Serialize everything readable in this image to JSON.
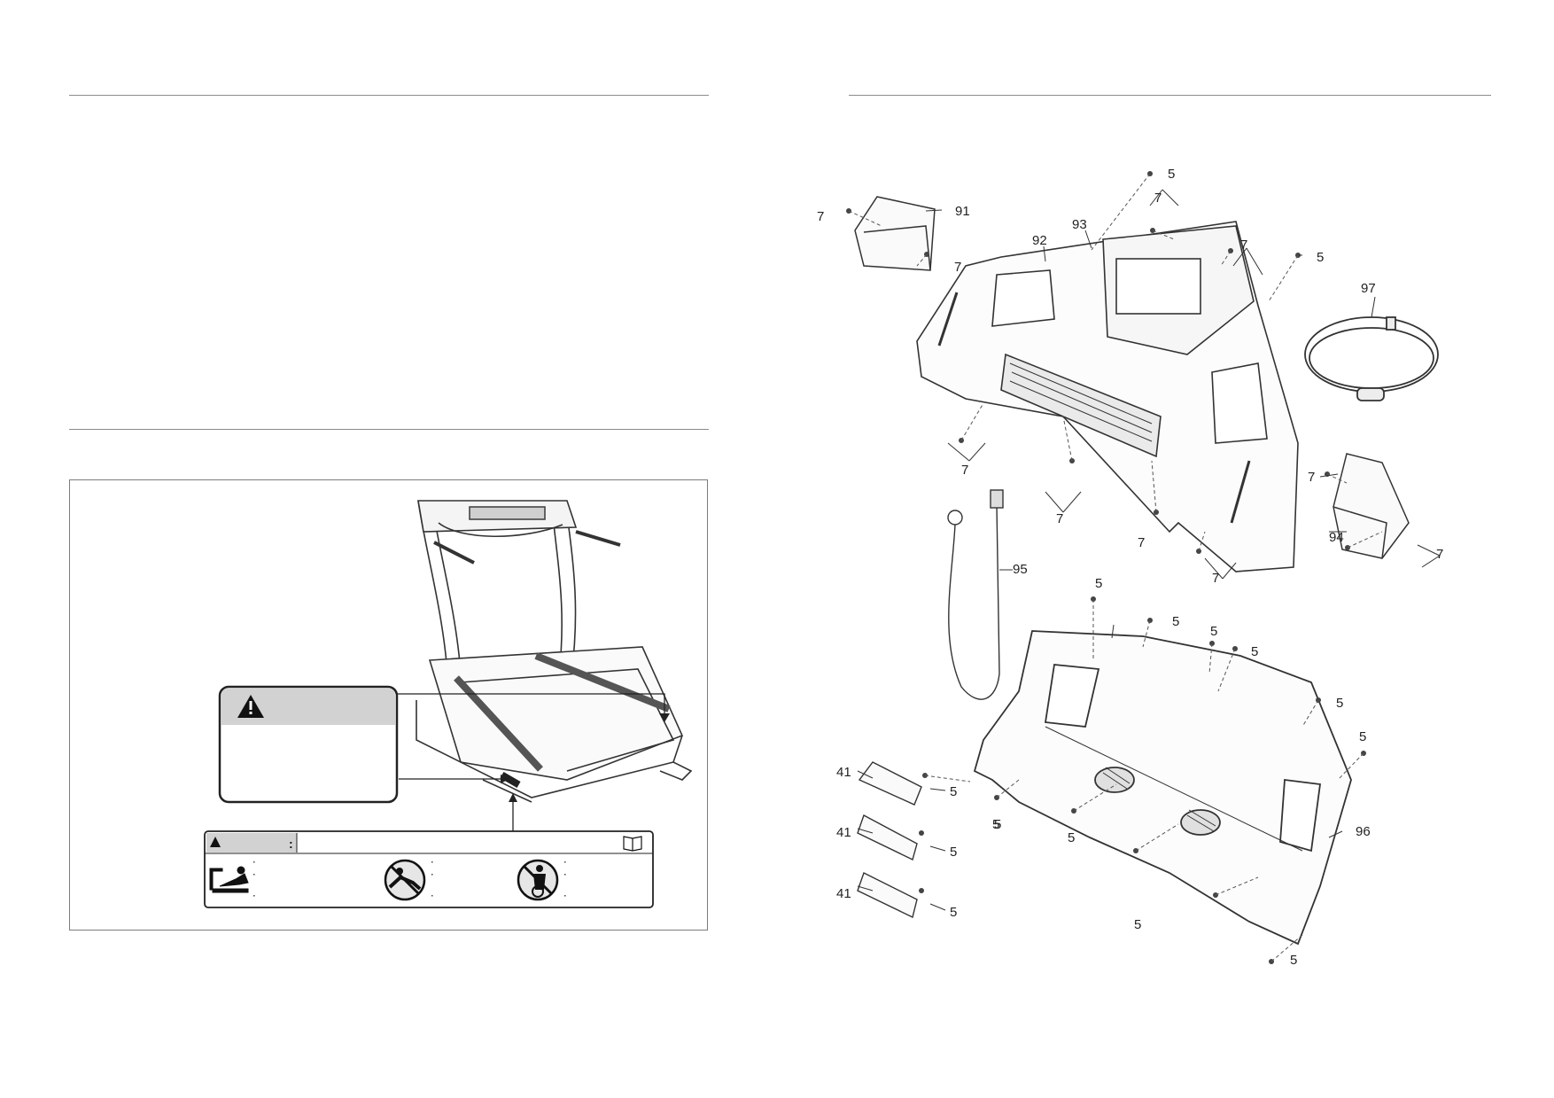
{
  "left_page": {
    "warning_popup": {
      "header_color": "#d2d2d2",
      "icon": "warning-triangle-icon"
    },
    "safety_decal": {
      "header_color": "#d2d2d2",
      "icons": [
        "warning-triangle-icon",
        "manual-book-icon",
        "fall-hazard-icon",
        "no-children-icon",
        "no-entanglement-icon"
      ]
    }
  },
  "right_page": {
    "part_callouts": [
      {
        "id": "c5a",
        "label": "5"
      },
      {
        "id": "c7a",
        "label": "7"
      },
      {
        "id": "c91",
        "label": "91"
      },
      {
        "id": "c7b",
        "label": "7"
      },
      {
        "id": "c7c",
        "label": "7"
      },
      {
        "id": "c92",
        "label": "92"
      },
      {
        "id": "c93",
        "label": "93"
      },
      {
        "id": "c7d",
        "label": "7"
      },
      {
        "id": "c5b",
        "label": "5"
      },
      {
        "id": "c97",
        "label": "97"
      },
      {
        "id": "c7e",
        "label": "7"
      },
      {
        "id": "c7f",
        "label": "7"
      },
      {
        "id": "c7g",
        "label": "7"
      },
      {
        "id": "c7h",
        "label": "7"
      },
      {
        "id": "c7i",
        "label": "7"
      },
      {
        "id": "c94",
        "label": "94"
      },
      {
        "id": "c7j",
        "label": "7"
      },
      {
        "id": "c95",
        "label": "95"
      },
      {
        "id": "c5c",
        "label": "5"
      },
      {
        "id": "c5d",
        "label": "5"
      },
      {
        "id": "c5e",
        "label": "5"
      },
      {
        "id": "c5f",
        "label": "5"
      },
      {
        "id": "c5g",
        "label": "5"
      },
      {
        "id": "c5h",
        "label": "5"
      },
      {
        "id": "c41a",
        "label": "41"
      },
      {
        "id": "c5i",
        "label": "5"
      },
      {
        "id": "c5j",
        "label": "5"
      },
      {
        "id": "c41b",
        "label": "41"
      },
      {
        "id": "c5k",
        "label": "5"
      },
      {
        "id": "c5l",
        "label": "5"
      },
      {
        "id": "c96",
        "label": "96"
      },
      {
        "id": "c5m",
        "label": "5"
      },
      {
        "id": "c41c",
        "label": "41"
      },
      {
        "id": "c5n",
        "label": "5"
      },
      {
        "id": "c5o",
        "label": "5"
      },
      {
        "id": "c5p",
        "label": "5"
      }
    ]
  }
}
